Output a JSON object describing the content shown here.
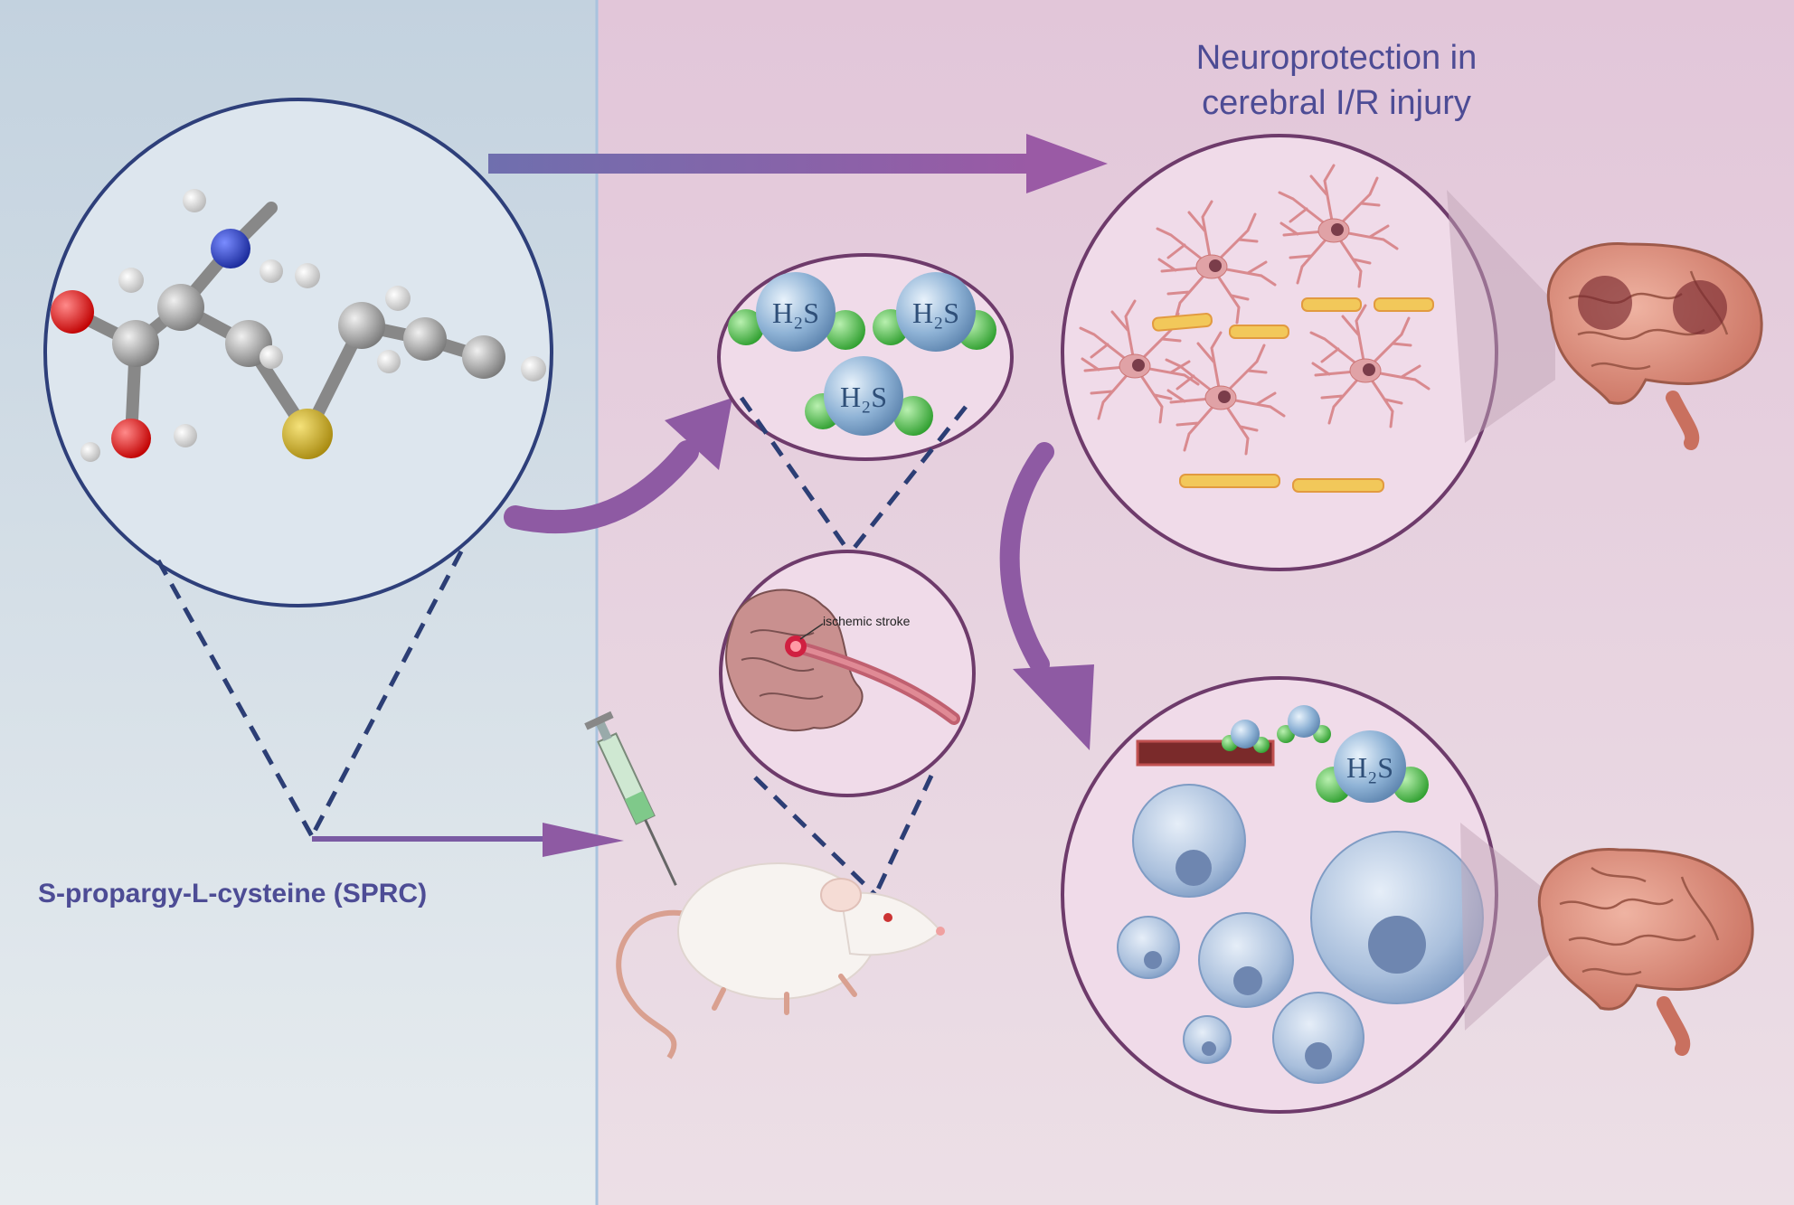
{
  "title": {
    "line1": "Neuroprotection in",
    "line2": "cerebral I/R injury"
  },
  "compound_label": "S-propargy-L-cysteine  (SPRC)",
  "h2s_labels": [
    "H₂S",
    "H₂S",
    "H₂S",
    "H₂S"
  ],
  "stroke_label": "ischemic stroke",
  "colors": {
    "left_panel": "#c9d6e2",
    "right_panel": "#e7d3e2",
    "circle_border": "#6e3b6b",
    "molecule_circle_border": "#2e3f7a",
    "arrow": "#8e5aa3",
    "text": "#4d4c95",
    "dashed": "#2c3e75",
    "h2s_sphere": "#8fb3d6",
    "h2s_hydrogen": "#3fbf3f",
    "neuron": "#d98a8f",
    "brain": "#d9877a"
  },
  "icons": [
    "molecule-model",
    "syringe-icon",
    "mouse-icon",
    "brain-icon",
    "neuron-icon",
    "cell-icon"
  ]
}
